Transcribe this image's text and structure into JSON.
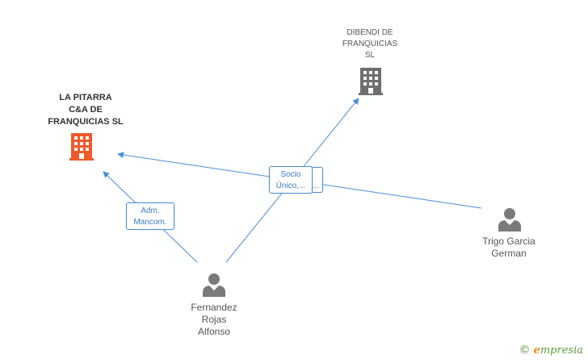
{
  "nodes": {
    "la_pitarra": {
      "label": "LA PITARRA\nC&A DE\nFRANQUICIAS SL",
      "color": "#ee5a2c",
      "icon": "building-icon"
    },
    "dibendi": {
      "label": "DIBENDI DE\nFRANQUICIAS\nSL",
      "color": "#6e6e6e",
      "icon": "building-icon"
    },
    "trigo": {
      "label": "Trigo Garcia\nGerman",
      "color": "#7a7a7a",
      "icon": "person-icon"
    },
    "fernandez": {
      "label": "Fernandez\nRojas\nAlfonso",
      "color": "#7a7a7a",
      "icon": "person-icon"
    }
  },
  "edges": [
    {
      "from": "fernandez",
      "to": "la_pitarra",
      "label": "Adm.\nMancom."
    },
    {
      "from": "fernandez",
      "to": "dibendi",
      "label": "Socio\nÚnico,..."
    },
    {
      "from": "trigo",
      "to": "la_pitarra",
      "label": "..."
    }
  ],
  "edge_color": "#4a8fd6",
  "brand": {
    "copyright": "©",
    "name_initial": "e",
    "name_rest": "mpresia"
  }
}
